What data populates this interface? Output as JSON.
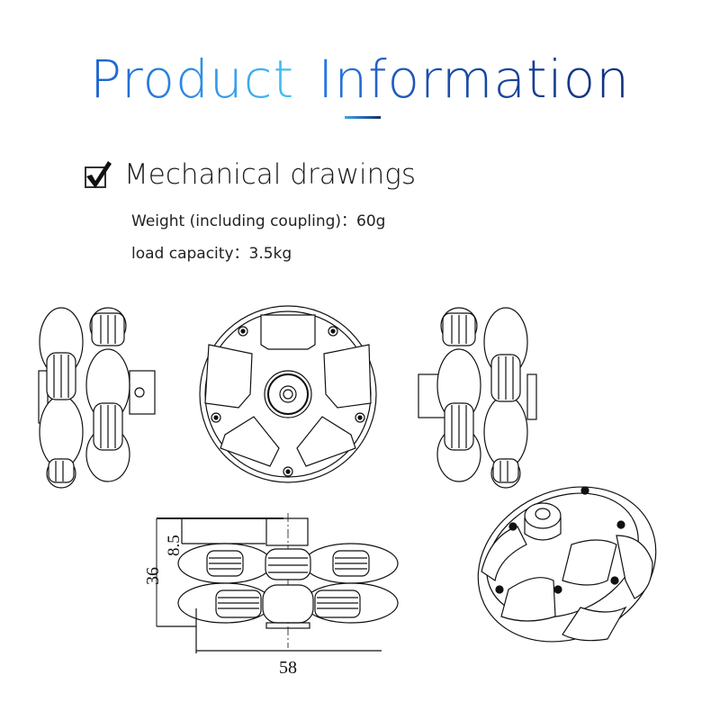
{
  "header": {
    "title_word1": "Product",
    "title_word2": "Information",
    "title_gradient_colors": [
      "#1a5fd0",
      "#45c2f4",
      "#10307a"
    ],
    "accent_underline_colors": [
      "#3ea6e6",
      "#13306e"
    ]
  },
  "section": {
    "icon": "checkbox-checked-icon",
    "title": "Mechanical drawings",
    "specs": [
      {
        "label": "Weight (including coupling)",
        "separator": "：",
        "value": "60g"
      },
      {
        "label": "load capacity",
        "separator": "：",
        "value": "3.5kg"
      }
    ],
    "spec_lines": [
      "Weight (including coupling)：60g",
      "load capacity：3.5kg"
    ]
  },
  "drawings": {
    "views": [
      {
        "name": "left-side-view"
      },
      {
        "name": "front-view"
      },
      {
        "name": "right-side-view"
      },
      {
        "name": "dimensioned-side-view"
      },
      {
        "name": "isometric-view"
      }
    ],
    "dimensions": {
      "height": "36",
      "hub_height": "8.5",
      "width": "58"
    }
  }
}
